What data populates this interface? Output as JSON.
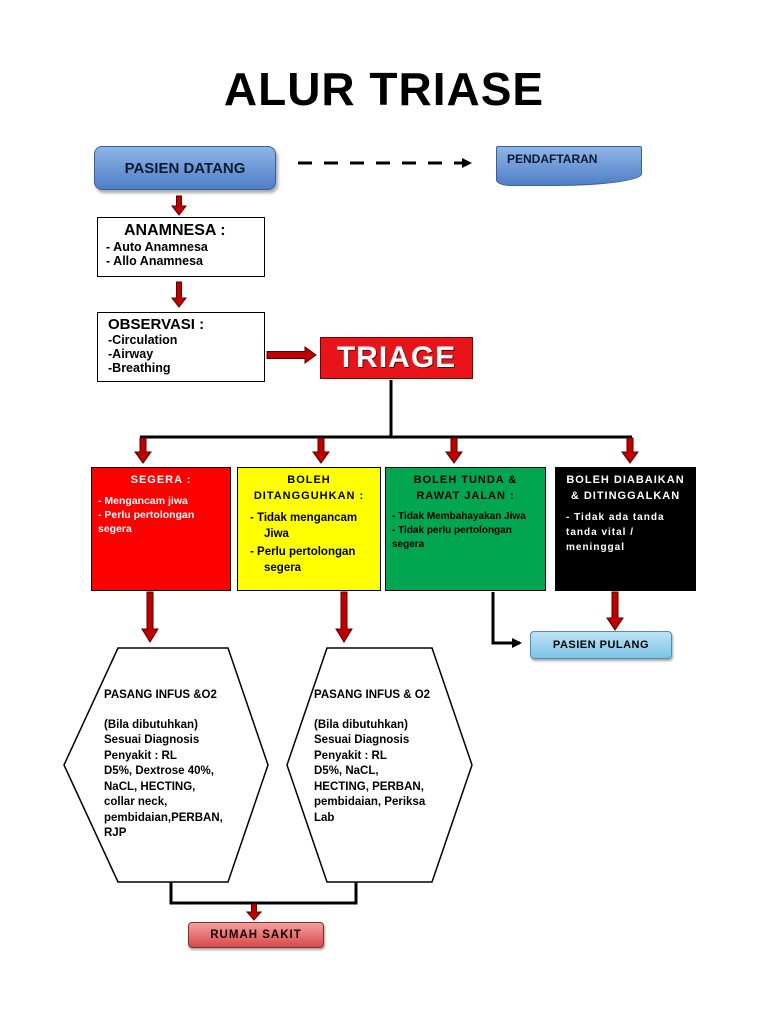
{
  "title": "ALUR TRIASE",
  "pasien_datang": "PASIEN DATANG",
  "pendaftaran": "PENDAFTARAN",
  "anamnesa": {
    "title": "ANAMNESA :",
    "items": [
      "- Auto Anamnesa",
      "- Allo Anamnesa"
    ]
  },
  "observasi": {
    "title": "OBSERVASI :",
    "items": [
      "-Circulation",
      "-Airway",
      "-Breathing"
    ]
  },
  "triage": "TRIAGE",
  "categories": [
    {
      "title": "SEGERA :",
      "items": [
        "- Mengancam jiwa",
        "- Perlu pertolongan segera"
      ],
      "color": "#ff0000"
    },
    {
      "title": "BOLEH DITANGGUHKAN :",
      "items": [
        "- Tidak mengancam Jiwa",
        "- Perlu pertolongan segera"
      ],
      "color": "#ffff00"
    },
    {
      "title": "BOLEH TUNDA & RAWAT JALAN :",
      "items": [
        "- Tidak Membahayakan Jiwa",
        "- Tidak perlu pertolongan segera"
      ],
      "color": "#00a650"
    },
    {
      "title": "BOLEH DIABAIKAN & DITINGGALKAN",
      "items": [
        "- Tidak ada tanda tanda vital / meninggal"
      ],
      "color": "#000000"
    }
  ],
  "pasien_pulang": "PASIEN PULANG",
  "hexagons": [
    {
      "title": "PASANG INFUS &O2",
      "lines": [
        "(Bila dibutuhkan)",
        "Sesuai Diagnosis",
        "Penyakit : RL",
        "D5%, Dextrose 40%,",
        "NaCL, HECTING,",
        "collar neck,",
        "pembidaian,PERBAN,",
        "RJP"
      ]
    },
    {
      "title": "PASANG INFUS & O2",
      "lines": [
        "(Bila dibutuhkan)",
        "Sesuai Diagnosis",
        "Penyakit : RL",
        "D5%, NaCL,",
        "HECTING, PERBAN,",
        "pembidaian, Periksa",
        "Lab"
      ]
    }
  ],
  "rumah_sakit": "RUMAH SAKIT",
  "colors": {
    "arrow_red": "#c00000",
    "triage_red": "#e8141a",
    "pulang_blue": "#7cc4e6",
    "rumah_sakit_red": "#d84a4a"
  }
}
